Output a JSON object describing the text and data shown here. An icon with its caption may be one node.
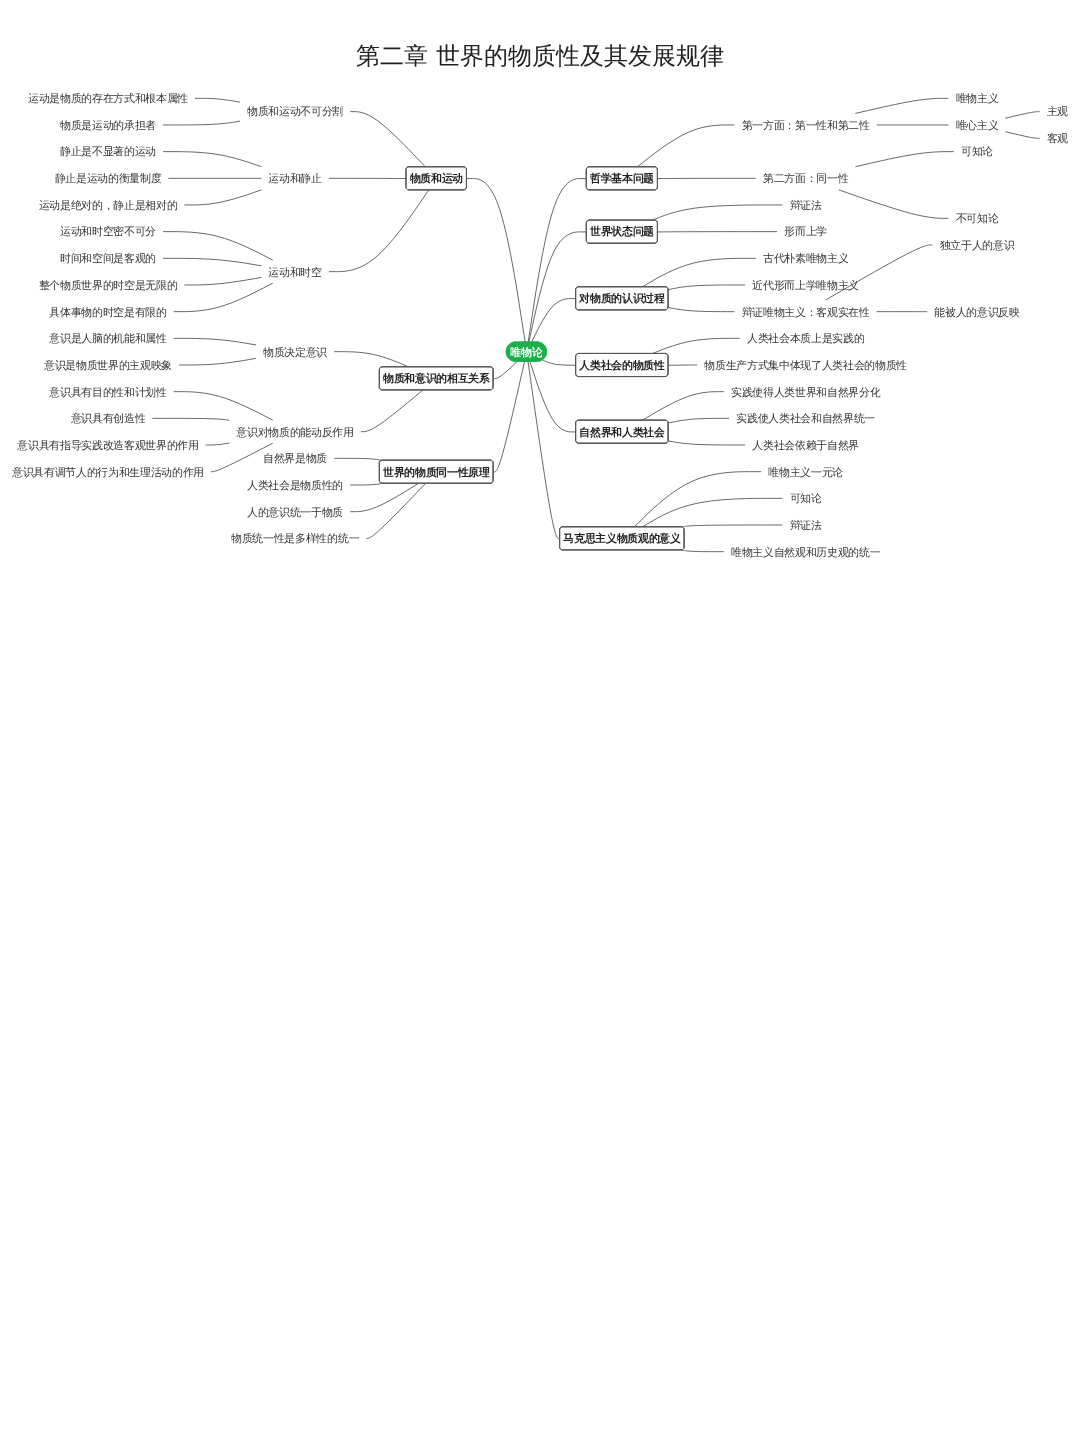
{
  "diagram": {
    "title": "第二章 世界的物质性及其发展规律",
    "nodes": [
      {
        "text": [
          "唯物论"
        ]
      },
      {
        "text": [
          "物质和运动"
        ]
      },
      {
        "text": [
          "物质和运动不可分割"
        ]
      },
      {
        "text": [
          "运动是物质的存在方式和根本属性"
        ]
      },
      {
        "text": [
          "物质是运动的承担者"
        ]
      },
      {
        "text": [
          "运动和静止"
        ]
      },
      {
        "text": [
          "静止是不显著的运动"
        ]
      },
      {
        "text": [
          "静止是运动的衡量制度"
        ]
      },
      {
        "text": [
          "运动是绝对的，静止是相对的"
        ]
      },
      {
        "text": [
          "运动和时空"
        ]
      },
      {
        "text": [
          "运动和时空密不可分"
        ]
      },
      {
        "text": [
          "时间和空间是客观的"
        ]
      },
      {
        "text": [
          "整个物质世界的时空是无限的"
        ]
      },
      {
        "text": [
          "具体事物的时空是有限的"
        ]
      },
      {
        "text": [
          "物质和意识的相互关系"
        ]
      },
      {
        "text": [
          "物质决定意识"
        ]
      },
      {
        "text": [
          "意识是人脑的机能和属性"
        ]
      },
      {
        "text": [
          "意识是物质世界的主观映象"
        ]
      },
      {
        "text": [
          "意识对物质的能动反作用"
        ]
      },
      {
        "text": [
          "意识具有目的性和计划性"
        ]
      },
      {
        "text": [
          "意识具有创造性"
        ]
      },
      {
        "text": [
          "意识具有指导实践改造客观世界的作用"
        ]
      },
      {
        "text": [
          "意识具有调节人的行为和生理活动的作用"
        ]
      },
      {
        "text": [
          "世界的物质同一性原理"
        ]
      },
      {
        "text": [
          "自然界是物质"
        ]
      },
      {
        "text": [
          "人类社会是物质性的"
        ]
      },
      {
        "text": [
          "人的意识统一于物质"
        ]
      },
      {
        "text": [
          "物质统一性是多样性的统一"
        ]
      },
      {
        "text": [
          "哲学基本问题"
        ]
      },
      {
        "text": [
          "第一方面：第一性和第二性"
        ]
      },
      {
        "text": [
          "唯物主义"
        ]
      },
      {
        "text": [
          "唯心主义"
        ]
      },
      {
        "text": [
          "主观"
        ]
      },
      {
        "text": [
          "客观"
        ]
      },
      {
        "text": [
          "第二方面：同一性"
        ]
      },
      {
        "text": [
          "可知论"
        ]
      },
      {
        "text": [
          "不可知论"
        ]
      },
      {
        "text": [
          "世界状态问题"
        ]
      },
      {
        "text": [
          "辩证法"
        ]
      },
      {
        "text": [
          "形而上学"
        ]
      },
      {
        "text": [
          "对物质的认识过程"
        ]
      },
      {
        "text": [
          "古代朴素唯物主义"
        ]
      },
      {
        "text": [
          "近代形而上学唯物主义"
        ]
      },
      {
        "text": [
          "辩证唯物主义：客观实在性"
        ]
      },
      {
        "text": [
          "独立于人的意识"
        ]
      },
      {
        "text": [
          "能被人的意识反映"
        ]
      },
      {
        "text": [
          "人类社会的物质性"
        ]
      },
      {
        "text": [
          "人类社会本质上是实践的"
        ]
      },
      {
        "text": [
          "物质生产方式集中体现了人类社会的物质性"
        ]
      },
      {
        "text": [
          "自然界和人类社会"
        ]
      },
      {
        "text": [
          "实践使得人类世界和自然界分化"
        ]
      },
      {
        "text": [
          "实践使人类社会和自然界统一"
        ]
      },
      {
        "text": [
          "人类社会依赖于自然界"
        ]
      },
      {
        "text": [
          "马克思主义物质观的意义"
        ]
      },
      {
        "text": [
          "唯物主义一元论"
        ]
      },
      {
        "text": [
          "可知论"
        ]
      },
      {
        "text": [
          "辩证法"
        ]
      },
      {
        "text": [
          "唯物主义自然观和历史观的统一"
        ]
      }
    ],
    "edges": [
      {
        "from": 3,
        "to": 2,
        "arrow": "none"
      },
      {
        "from": 4,
        "to": 2,
        "arrow": "none"
      },
      {
        "from": 6,
        "to": 5,
        "arrow": "none"
      },
      {
        "from": 7,
        "to": 5,
        "arrow": "none"
      },
      {
        "from": 8,
        "to": 5,
        "arrow": "none"
      },
      {
        "from": 10,
        "to": 9,
        "arrow": "none"
      },
      {
        "from": 11,
        "to": 9,
        "arrow": "none"
      },
      {
        "from": 12,
        "to": 9,
        "arrow": "none"
      },
      {
        "from": 13,
        "to": 9,
        "arrow": "none"
      },
      {
        "from": 2,
        "to": 1,
        "arrow": "none"
      },
      {
        "from": 5,
        "to": 1,
        "arrow": "none"
      },
      {
        "from": 9,
        "to": 1,
        "arrow": "none"
      },
      {
        "from": 16,
        "to": 15,
        "arrow": "none"
      },
      {
        "from": 17,
        "to": 15,
        "arrow": "none"
      },
      {
        "from": 19,
        "to": 18,
        "arrow": "none"
      },
      {
        "from": 20,
        "to": 18,
        "arrow": "none"
      },
      {
        "from": 21,
        "to": 18,
        "arrow": "none"
      },
      {
        "from": 22,
        "to": 18,
        "arrow": "none"
      },
      {
        "from": 15,
        "to": 14,
        "arrow": "none"
      },
      {
        "from": 18,
        "to": 14,
        "arrow": "none"
      },
      {
        "from": 24,
        "to": 23,
        "arrow": "none"
      },
      {
        "from": 25,
        "to": 23,
        "arrow": "none"
      },
      {
        "from": 26,
        "to": 23,
        "arrow": "none"
      },
      {
        "from": 27,
        "to": 23,
        "arrow": "none"
      },
      {
        "from": 1,
        "to": 0,
        "arrow": "none"
      },
      {
        "from": 14,
        "to": 0,
        "arrow": "none"
      },
      {
        "from": 23,
        "to": 0,
        "arrow": "none"
      },
      {
        "from": 0,
        "to": 28,
        "arrow": "none"
      },
      {
        "from": 28,
        "to": 29,
        "arrow": "none"
      },
      {
        "from": 29,
        "to": 30,
        "arrow": "none"
      },
      {
        "from": 29,
        "to": 31,
        "arrow": "none"
      },
      {
        "from": 31,
        "to": 32,
        "arrow": "none"
      },
      {
        "from": 31,
        "to": 33,
        "arrow": "none"
      },
      {
        "from": 28,
        "to": 34,
        "arrow": "none"
      },
      {
        "from": 34,
        "to": 35,
        "arrow": "none"
      },
      {
        "from": 34,
        "to": 36,
        "arrow": "none"
      },
      {
        "from": 0,
        "to": 37,
        "arrow": "none"
      },
      {
        "from": 37,
        "to": 38,
        "arrow": "none"
      },
      {
        "from": 37,
        "to": 39,
        "arrow": "none"
      },
      {
        "from": 0,
        "to": 40,
        "arrow": "none"
      },
      {
        "from": 40,
        "to": 41,
        "arrow": "none"
      },
      {
        "from": 40,
        "to": 42,
        "arrow": "none"
      },
      {
        "from": 40,
        "to": 43,
        "arrow": "none"
      },
      {
        "from": 43,
        "to": 44,
        "arrow": "none"
      },
      {
        "from": 43,
        "to": 45,
        "arrow": "none"
      },
      {
        "from": 0,
        "to": 46,
        "arrow": "none"
      },
      {
        "from": 46,
        "to": 47,
        "arrow": "none"
      },
      {
        "from": 46,
        "to": 48,
        "arrow": "none"
      },
      {
        "from": 0,
        "to": 49,
        "arrow": "none"
      },
      {
        "from": 49,
        "to": 50,
        "arrow": "none"
      },
      {
        "from": 49,
        "to": 51,
        "arrow": "none"
      },
      {
        "from": 49,
        "to": 52,
        "arrow": "none"
      },
      {
        "from": 0,
        "to": 53,
        "arrow": "none"
      },
      {
        "from": 53,
        "to": 54,
        "arrow": "none"
      },
      {
        "from": 53,
        "to": 55,
        "arrow": "none"
      },
      {
        "from": 53,
        "to": 56,
        "arrow": "none"
      },
      {
        "from": 53,
        "to": 57,
        "arrow": "none"
      }
    ]
  }
}
